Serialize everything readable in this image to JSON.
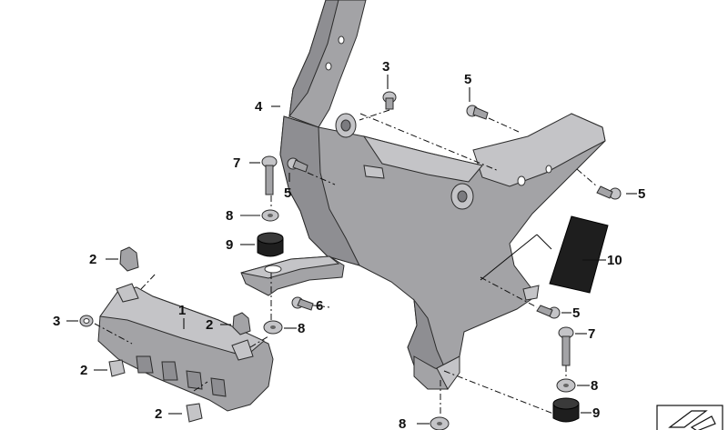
{
  "diagram": {
    "callouts": [
      "1",
      "2",
      "2",
      "2",
      "2",
      "3",
      "3",
      "4",
      "5",
      "5",
      "5",
      "5",
      "6",
      "7",
      "7",
      "8",
      "8",
      "8",
      "8",
      "9",
      "9",
      "10"
    ]
  },
  "colors": {
    "part_fill": "#a3a3a6",
    "part_dark": "#8e8e92",
    "rubber": "#1e1e1e",
    "label": "#111111",
    "background": "#ffffff"
  },
  "icons": [
    "parts-catalog-thumbnail-icon"
  ]
}
